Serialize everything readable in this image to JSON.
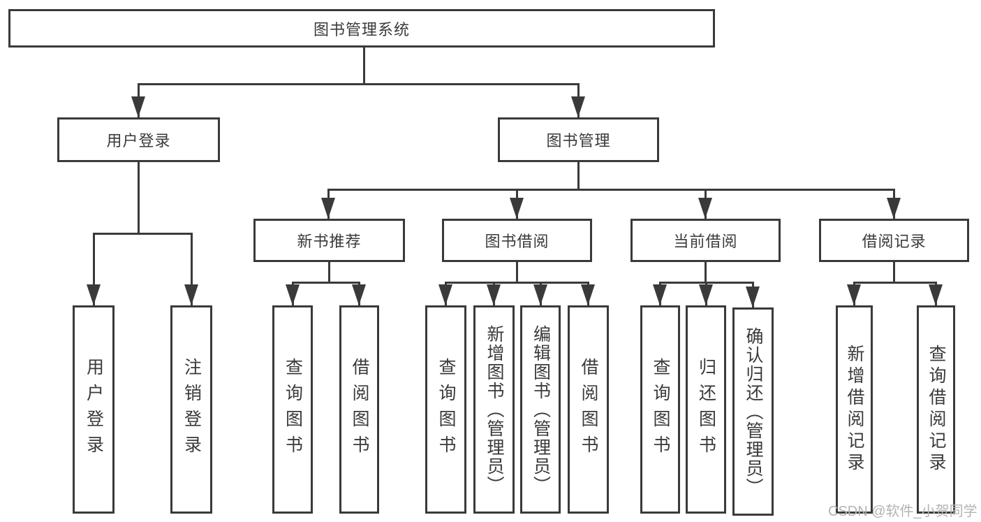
{
  "tree": {
    "label": "图书管理系统",
    "children": [
      {
        "label": "用户登录",
        "children": [
          {
            "label": "用户登录"
          },
          {
            "label": "注销登录"
          }
        ]
      },
      {
        "label": "图书管理",
        "children": [
          {
            "label": "新书推荐",
            "children": [
              {
                "label": "查询图书"
              },
              {
                "label": "借阅图书"
              }
            ]
          },
          {
            "label": "图书借阅",
            "children": [
              {
                "label": "查询图书"
              },
              {
                "label": "新增图书（管理员）"
              },
              {
                "label": "编辑图书（管理员）"
              },
              {
                "label": "借阅图书"
              }
            ]
          },
          {
            "label": "当前借阅",
            "children": [
              {
                "label": "查询图书"
              },
              {
                "label": "归还图书"
              },
              {
                "label": "确认归还（管理员）"
              }
            ]
          },
          {
            "label": "借阅记录",
            "children": [
              {
                "label": "新增借阅记录"
              },
              {
                "label": "查询借阅记录"
              }
            ]
          }
        ]
      }
    ]
  },
  "watermark": {
    "text": "CSDN @软件_小贺同学"
  },
  "colors": {
    "line": "#3a3a3a",
    "text": "#3a3a3a",
    "background": "#ffffff",
    "watermark": "#b3b3b3"
  }
}
